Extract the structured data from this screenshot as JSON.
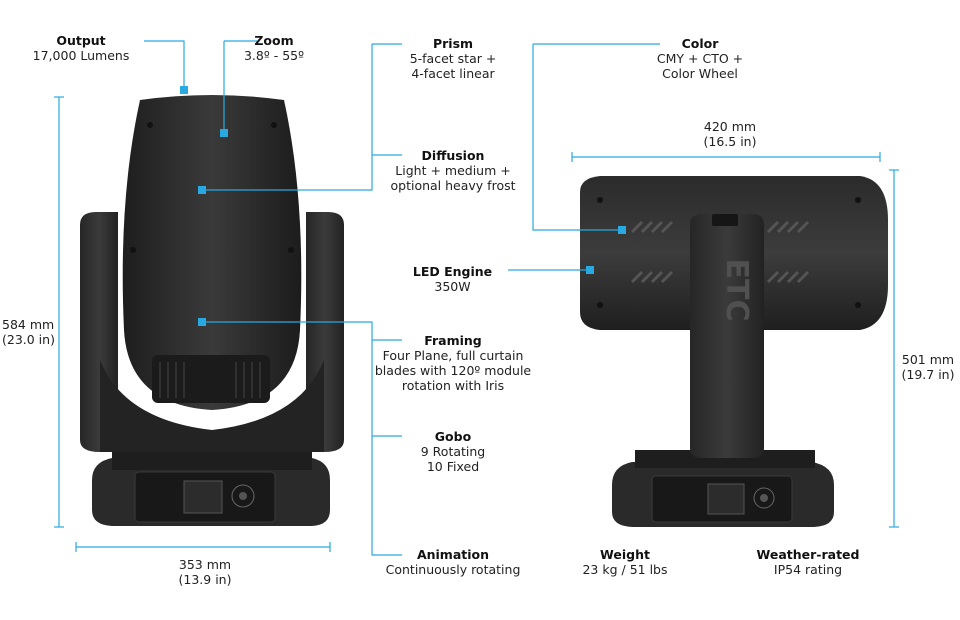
{
  "accent_color": "#29a9e1",
  "callouts": [
    {
      "id": "output",
      "title": "Output",
      "lines": [
        "17,000 Lumens"
      ]
    },
    {
      "id": "zoom",
      "title": "Zoom",
      "lines": [
        "3.8º - 55º"
      ]
    },
    {
      "id": "prism",
      "title": "Prism",
      "lines": [
        "5-facet star +",
        "4-facet linear"
      ]
    },
    {
      "id": "diffusion",
      "title": "Diffusion",
      "lines": [
        "Light + medium +",
        "optional heavy frost"
      ]
    },
    {
      "id": "led",
      "title": "LED Engine",
      "lines": [
        "350W"
      ]
    },
    {
      "id": "framing",
      "title": "Framing",
      "lines": [
        "Four Plane, full curtain",
        "blades with 120º module",
        "rotation with Iris"
      ]
    },
    {
      "id": "gobo",
      "title": "Gobo",
      "lines": [
        "9 Rotating",
        "10 Fixed"
      ]
    },
    {
      "id": "animation",
      "title": "Animation",
      "lines": [
        "Continuously rotating"
      ]
    },
    {
      "id": "color",
      "title": "Color",
      "lines": [
        "CMY + CTO +",
        "Color Wheel"
      ]
    },
    {
      "id": "weight",
      "title": "Weight",
      "lines": [
        "23 kg / 51 lbs"
      ]
    },
    {
      "id": "weather",
      "title": "Weather-rated",
      "lines": [
        "IP54 rating"
      ]
    }
  ],
  "dimensions": [
    {
      "id": "height-front",
      "lines": [
        "584 mm",
        "(23.0 in)"
      ]
    },
    {
      "id": "width-front",
      "lines": [
        "353 mm",
        "(13.9 in)"
      ]
    },
    {
      "id": "depth-side",
      "lines": [
        "420 mm",
        "(16.5 in)"
      ]
    },
    {
      "id": "height-side",
      "lines": [
        "501 mm",
        "(19.7 in)"
      ]
    }
  ],
  "logo_text": "ETC"
}
